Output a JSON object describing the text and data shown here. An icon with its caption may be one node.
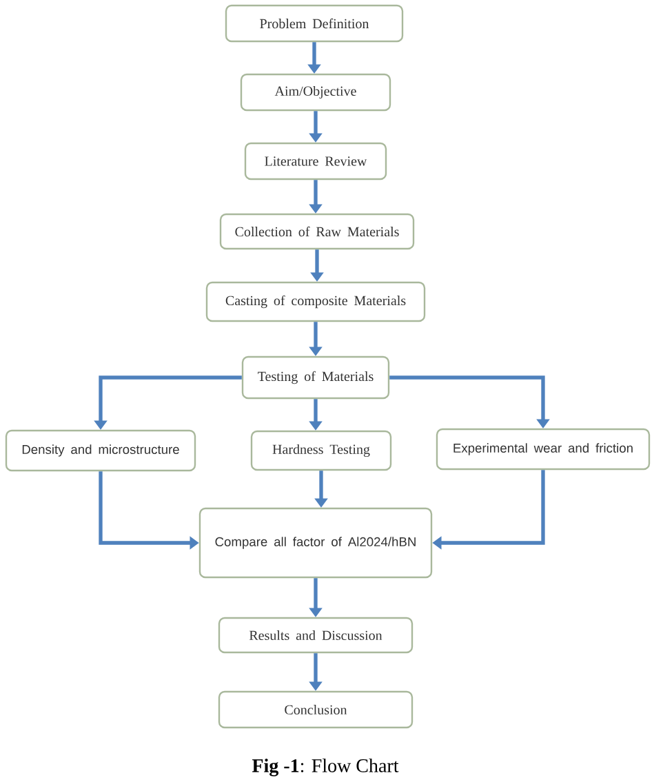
{
  "diagram": {
    "caption": "**Fig -1**: Flow Chart",
    "nodes": [
      {
        "text": [
          "Problem Definition"
        ]
      },
      {
        "text": [
          "Aim/Objective"
        ]
      },
      {
        "text": [
          "Literature Review"
        ]
      },
      {
        "text": [
          "Collection of Raw Materials"
        ]
      },
      {
        "text": [
          "Casting of composite Materials"
        ]
      },
      {
        "text": [
          "Testing of Materials"
        ]
      },
      {
        "text": [
          "Density and microstructure"
        ]
      },
      {
        "text": [
          "Hardness Testing"
        ]
      },
      {
        "text": [
          "Experimental wear and friction"
        ]
      },
      {
        "text": [
          "Compare all factor of Al2024/hBN"
        ]
      },
      {
        "text": [
          "Results and Discussion"
        ]
      },
      {
        "text": [
          "Conclusion"
        ]
      }
    ],
    "edges": [
      {
        "from": 0,
        "to": 1,
        "arrow": "to"
      },
      {
        "from": 1,
        "to": 2,
        "arrow": "to"
      },
      {
        "from": 2,
        "to": 3,
        "arrow": "to"
      },
      {
        "from": 3,
        "to": 4,
        "arrow": "to"
      },
      {
        "from": 4,
        "to": 5,
        "arrow": "to"
      },
      {
        "from": 5,
        "to": 6,
        "arrow": "to"
      },
      {
        "from": 5,
        "to": 7,
        "arrow": "to"
      },
      {
        "from": 5,
        "to": 8,
        "arrow": "to"
      },
      {
        "from": 6,
        "to": 9,
        "arrow": "to"
      },
      {
        "from": 7,
        "to": 9,
        "arrow": "to"
      },
      {
        "from": 8,
        "to": 9,
        "arrow": "to"
      },
      {
        "from": 9,
        "to": 10,
        "arrow": "to"
      },
      {
        "from": 10,
        "to": 11,
        "arrow": "to"
      }
    ]
  }
}
